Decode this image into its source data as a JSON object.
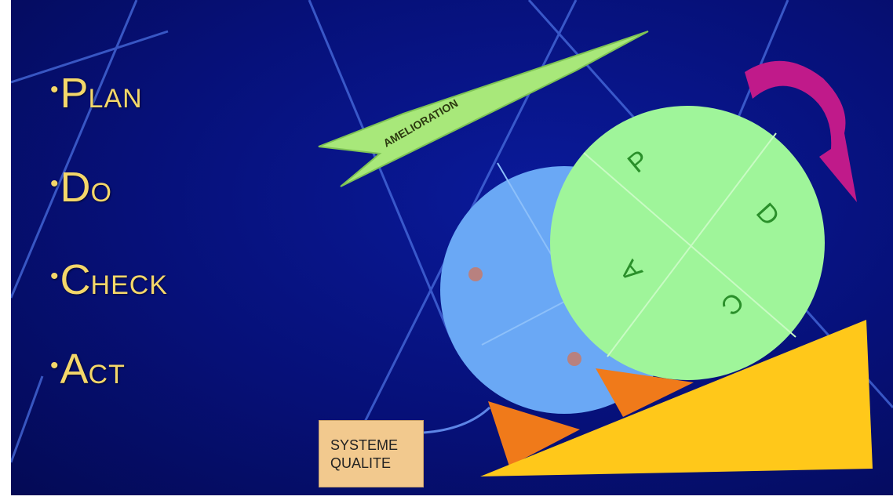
{
  "bullets": [
    {
      "first": "P",
      "rest": "LAN"
    },
    {
      "first": "D",
      "rest": "O"
    },
    {
      "first": "C",
      "rest": "HECK"
    },
    {
      "first": "A",
      "rest": "CT"
    }
  ],
  "bullet_symbol": "•",
  "arrow_label": "AMELIORATION",
  "wheel_letters": {
    "p": "P",
    "d": "D",
    "a": "A",
    "c": "C"
  },
  "quality_box": {
    "line1": "SYSTEME",
    "line2": "QUALITE"
  },
  "colors": {
    "background": "#061078",
    "text_gold": "#f4d76a",
    "arrow_green": "#a8e87a",
    "wheel_green": "#9ff59a",
    "wheel_letters": "#2a8f2a",
    "back_wheel_blue": "#6aa8f5",
    "wedge_orange": "#f07a1a",
    "ramp_yellow": "#ffc81a",
    "rotation_arrow_magenta": "#c01a8a",
    "quality_box": "#f2c98e"
  }
}
